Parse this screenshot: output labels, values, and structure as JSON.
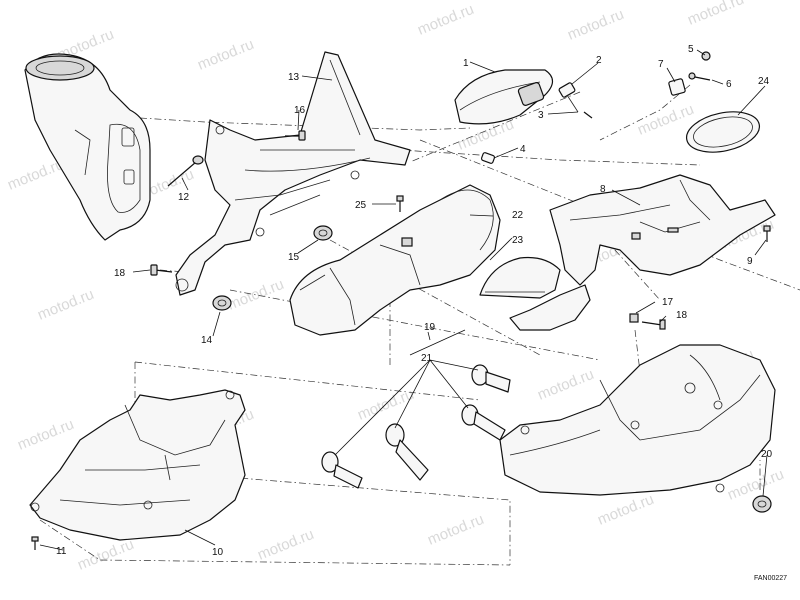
{
  "drawing": {
    "watermark": "motod.ru",
    "code": "FAN00227",
    "callouts": {
      "c1": "1",
      "c2": "2",
      "c3": "3",
      "c4": "4",
      "c5": "5",
      "c6": "6",
      "c7": "7",
      "c8": "8",
      "c9": "9",
      "c10": "10",
      "c11": "11",
      "c12": "12",
      "c13": "13",
      "c14": "14",
      "c15": "15",
      "c16": "16",
      "c17": "17",
      "c18a": "18",
      "c18b": "18",
      "c19": "19",
      "c20": "20",
      "c21": "21",
      "c22": "22",
      "c23": "23",
      "c24": "24",
      "c25": "25"
    }
  }
}
